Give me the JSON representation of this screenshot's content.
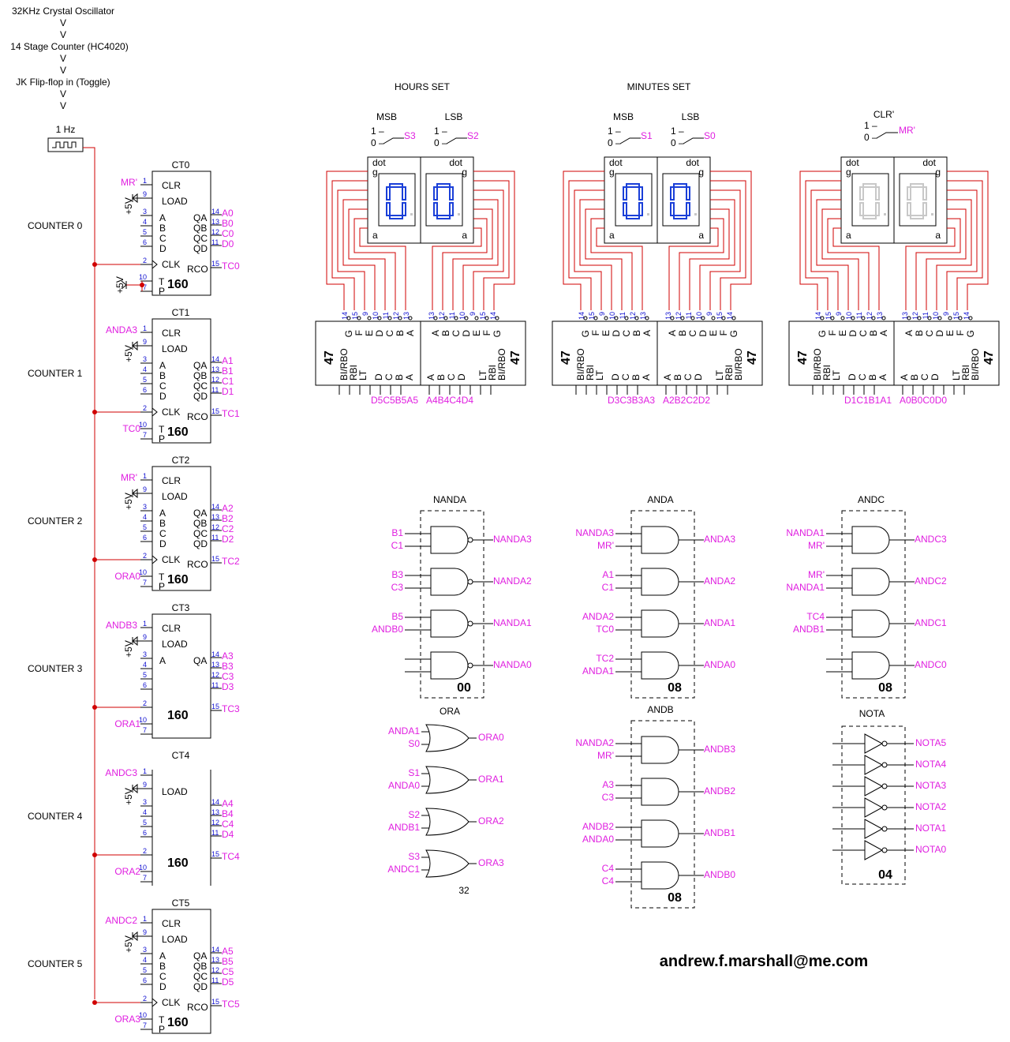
{
  "flow": {
    "osc": "32KHz Crystal Oscillator",
    "counter": "14 Stage Counter (HC4020)",
    "jk": "JK Flip-flop in (Toggle)",
    "arrow": "V",
    "clock": "1 Hz"
  },
  "counters": [
    {
      "title": "CT0",
      "label": "COUNTER 0",
      "clr": "MR'",
      "tp": "",
      "outs": [
        "A0",
        "B0",
        "C0",
        "D0"
      ],
      "rco": "TC0",
      "full": true
    },
    {
      "title": "CT1",
      "label": "COUNTER 1",
      "clr": "ANDA3",
      "tp": "TC0",
      "outs": [
        "A1",
        "B1",
        "C1",
        "D1"
      ],
      "rco": "TC1",
      "full": true
    },
    {
      "title": "CT2",
      "label": "COUNTER 2",
      "clr": "MR'",
      "tp": "ORA0",
      "outs": [
        "A2",
        "B2",
        "C2",
        "D2"
      ],
      "rco": "TC2",
      "full": true
    },
    {
      "title": "CT3",
      "label": "COUNTER 3",
      "clr": "ANDB3",
      "tp": "ORA1",
      "outs": [
        "A3",
        "B3",
        "C3",
        "D3"
      ],
      "rco": "TC3",
      "full": false
    },
    {
      "title": "CT4",
      "label": "COUNTER 4",
      "clr": "ANDC3",
      "tp": "ORA2",
      "outs": [
        "A4",
        "B4",
        "C4",
        "D4"
      ],
      "rco": "TC4",
      "full": false
    },
    {
      "title": "CT5",
      "label": "COUNTER 5",
      "clr": "ANDC2",
      "tp": "ORA3",
      "outs": [
        "A5",
        "B5",
        "C5",
        "D5"
      ],
      "rco": "TC5",
      "full": true
    }
  ],
  "chip_labels": {
    "clr": "CLR",
    "load": "LOAD",
    "clk": "CLK",
    "rco": "RCO",
    "part": "160",
    "vcc": "+5V",
    "a": "A",
    "b": "B",
    "c": "C",
    "d": "D",
    "qa": "QA",
    "qb": "QB",
    "qc": "QC",
    "qd": "QD",
    "t": "T",
    "p": "P"
  },
  "display_groups": [
    {
      "title": "HOURS SET",
      "msb": "MSB",
      "lsb": "LSB",
      "sw1": "S3",
      "sw2": "S2",
      "left_in": "D5C5B5A5",
      "right_in": "A4B4C4D4",
      "digits": "00",
      "dim": false
    },
    {
      "title": "MINUTES SET",
      "msb": "MSB",
      "lsb": "LSB",
      "sw1": "S1",
      "sw2": "S0",
      "left_in": "D3C3B3A3",
      "right_in": "A2B2C2D2",
      "digits": "00",
      "dim": false
    },
    {
      "title": "",
      "msb": "",
      "lsb": "",
      "clr_title": "CLR'",
      "sw1": "MR'",
      "sw2": "",
      "left_in": "D1C1B1A1",
      "right_in": "A0B0C0D0",
      "digits": "00",
      "dim": true
    }
  ],
  "decoder": {
    "part": "47",
    "pins": [
      "G",
      "F",
      "E",
      "D",
      "C",
      "B",
      "A"
    ],
    "ctrl": [
      "BI/RBO",
      "RBI",
      "LT"
    ],
    "in": [
      "D",
      "C",
      "B",
      "A"
    ],
    "seg_top": "dot",
    "seg_g": "g",
    "seg_a": "a",
    "sw_one": "1 –",
    "sw_zero": "0 –"
  },
  "gates": {
    "NANDA": {
      "title": "NANDA",
      "part": "00",
      "rows": [
        [
          "B1",
          "C1",
          "NANDA3"
        ],
        [
          "B3",
          "C3",
          "NANDA2"
        ],
        [
          "B5",
          "ANDB0",
          "NANDA1"
        ],
        [
          "",
          "",
          "NANDA0"
        ]
      ]
    },
    "ANDA": {
      "title": "ANDA",
      "part": "08",
      "rows": [
        [
          "NANDA3",
          "MR'",
          "ANDA3"
        ],
        [
          "A1",
          "C1",
          "ANDA2"
        ],
        [
          "ANDA2",
          "TC0",
          "ANDA1"
        ],
        [
          "TC2",
          "ANDA1",
          "ANDA0"
        ]
      ]
    },
    "ANDC": {
      "title": "ANDC",
      "part": "08",
      "rows": [
        [
          "NANDA1",
          "MR'",
          "ANDC3"
        ],
        [
          "MR'",
          "NANDA1",
          "ANDC2"
        ],
        [
          "TC4",
          "ANDB1",
          "ANDC1"
        ],
        [
          "",
          "",
          "ANDC0"
        ]
      ]
    },
    "ORA": {
      "title": "ORA",
      "part": "32",
      "rows": [
        [
          "ANDA1",
          "S0",
          "ORA0"
        ],
        [
          "S1",
          "ANDA0",
          "ORA1"
        ],
        [
          "S2",
          "ANDB1",
          "ORA2"
        ],
        [
          "S3",
          "ANDC1",
          "ORA3"
        ]
      ]
    },
    "ANDB": {
      "title": "ANDB",
      "part": "08",
      "rows": [
        [
          "NANDA2",
          "MR'",
          "ANDB3"
        ],
        [
          "A3",
          "C3",
          "ANDB2"
        ],
        [
          "ANDB2",
          "ANDA0",
          "ANDB1"
        ],
        [
          "C4",
          "C4",
          "ANDB0"
        ]
      ]
    },
    "NOTA": {
      "title": "NOTA",
      "part": "04",
      "outs": [
        "NOTA5",
        "NOTA4",
        "NOTA3",
        "NOTA2",
        "NOTA1",
        "NOTA0"
      ]
    }
  },
  "email": "andrew.f.marshall@me.com",
  "colors": {
    "wire": "#d00000",
    "signal": "#e020e0",
    "pin": "#1010d0",
    "seg_on": "#1a3fd8",
    "seg_dim": "#c8c8c8"
  }
}
